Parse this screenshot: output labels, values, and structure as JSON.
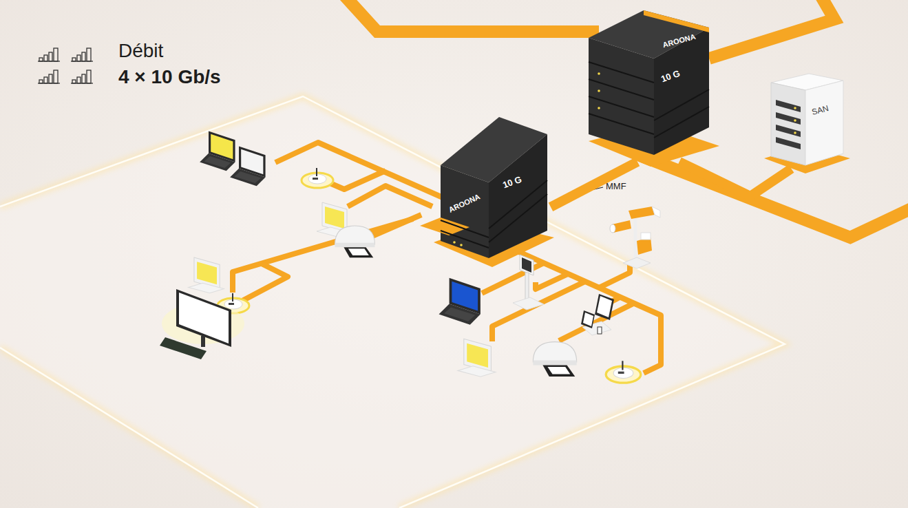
{
  "diagram": {
    "nodes": [
      {
        "text": [
          "AROONA",
          "10 G"
        ]
      },
      {
        "text": [
          "AROONA",
          "10 G"
        ]
      },
      {
        "text": [
          "SAN"
        ]
      }
    ],
    "edges": [
      {
        "from": 0,
        "to": 1,
        "arrow": "none"
      },
      {
        "from": 1,
        "to": 2,
        "arrow": "none"
      }
    ],
    "labels": [
      "Débit",
      "4 × 10 Gb/s",
      "MMF"
    ]
  }
}
